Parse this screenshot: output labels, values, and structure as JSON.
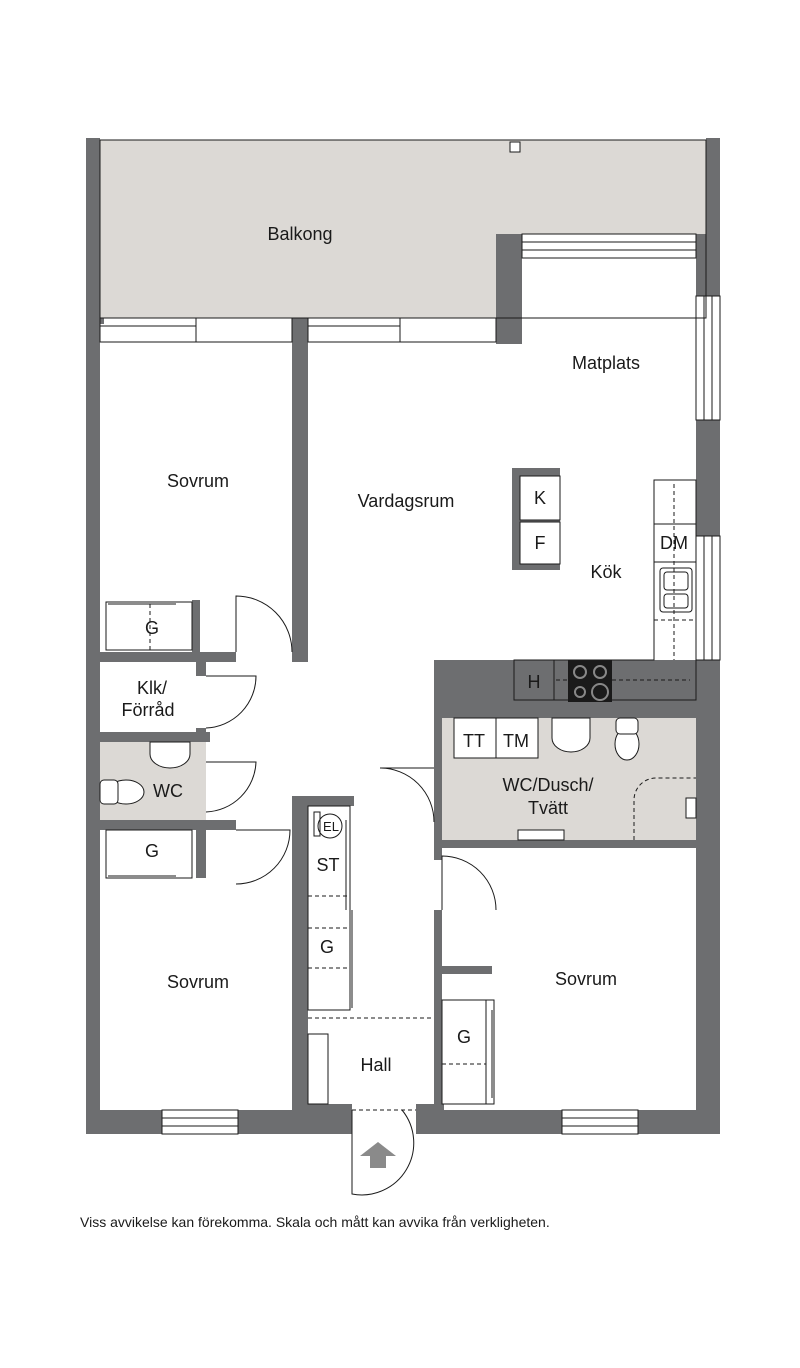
{
  "rooms": {
    "balkong": "Balkong",
    "matplats": "Matplats",
    "sovrum_top": "Sovrum",
    "vardagsrum": "Vardagsrum",
    "kok": "Kök",
    "klk_line1": "Klk/",
    "klk_line2": "Förråd",
    "wc_small": "WC",
    "wc_dusch_line1": "WC/Dusch/",
    "wc_dusch_line2": "Tvätt",
    "sovrum_left": "Sovrum",
    "sovrum_right": "Sovrum",
    "hall": "Hall"
  },
  "fixtures": {
    "k": "K",
    "f": "F",
    "dm": "DM",
    "h": "H",
    "tt": "TT",
    "tm": "TM",
    "el": "EL",
    "st": "ST",
    "g_top": "G",
    "g_left": "G",
    "g_hall": "G",
    "g_right": "G"
  },
  "disclaimer": "Viss avvikelse kan förekomma. Skala och mått kan avvika från verkligheten.",
  "colors": {
    "wall": "#6d6e70",
    "balcony_floor": "#dcd9d5",
    "wet_floor": "#dcd9d5",
    "line": "#1a1a1a"
  }
}
